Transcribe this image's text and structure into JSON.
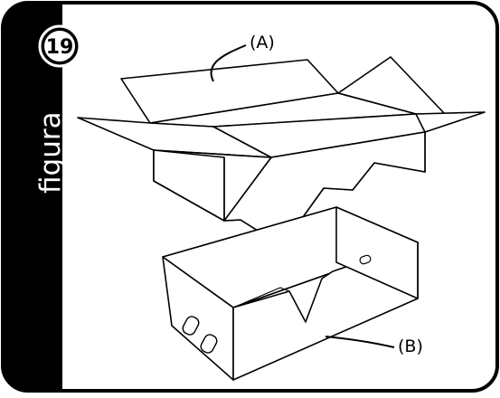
{
  "figure": {
    "word": "figura",
    "number": "19"
  },
  "labels": {
    "lid": "(A)",
    "base": "(B)"
  },
  "colors": {
    "frame": "#000000",
    "fill": "#ffffff",
    "line": "#000000"
  }
}
